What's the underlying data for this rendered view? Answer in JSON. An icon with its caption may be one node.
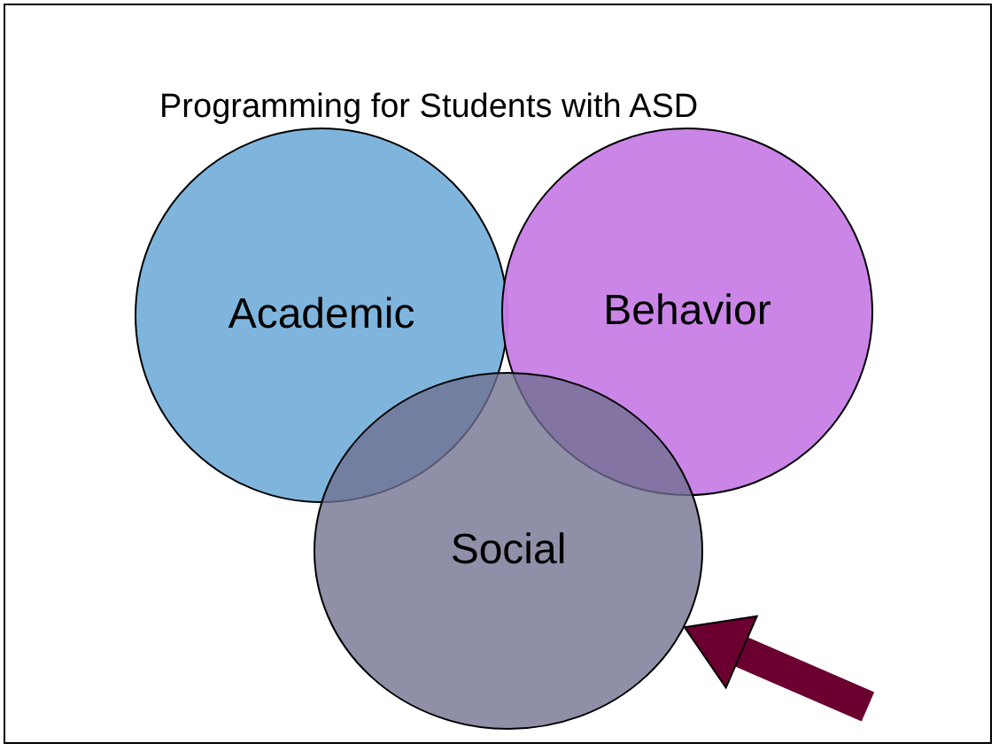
{
  "diagram": {
    "title": "Programming for Students with ASD",
    "nodes": [
      {
        "text": [
          "Academic"
        ]
      },
      {
        "text": [
          "Behavior"
        ]
      },
      {
        "text": [
          "Social"
        ]
      }
    ],
    "edges": [
      {
        "from": null,
        "to": 2,
        "arrow": "to"
      }
    ]
  }
}
